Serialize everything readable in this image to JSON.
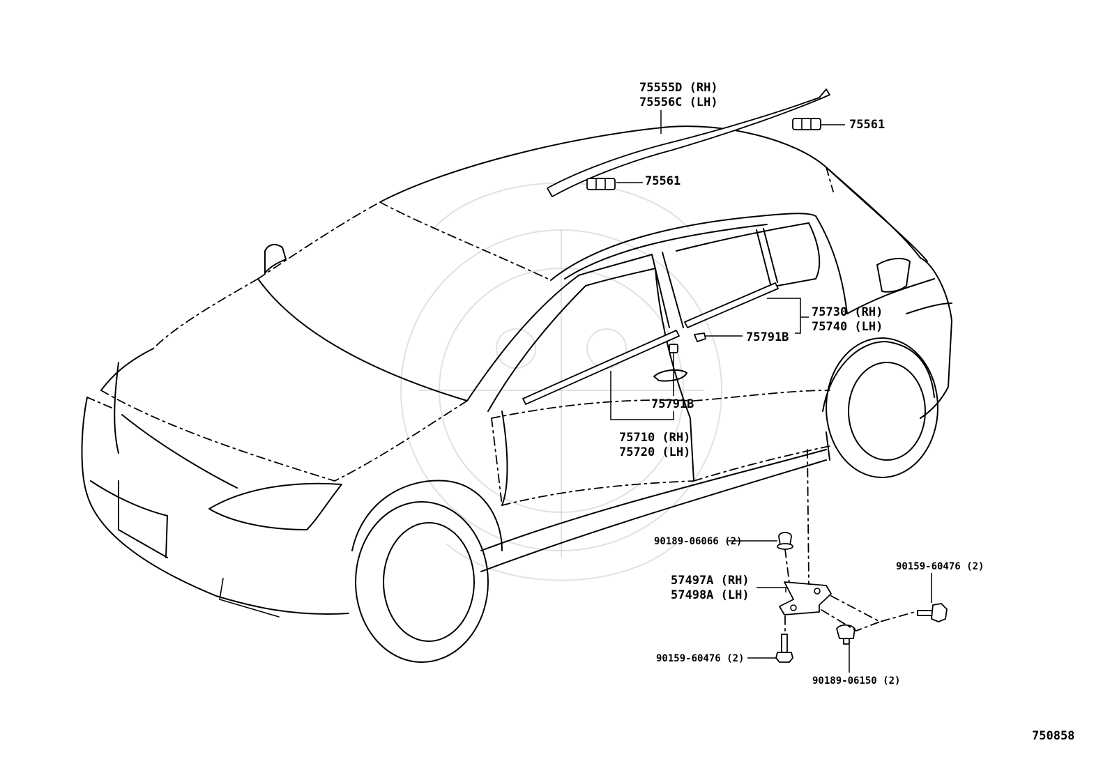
{
  "labels": {
    "roof_molding_rh": "75555D (RH)",
    "roof_molding_lh": "75556C (LH)",
    "roof_clip_right": "75561",
    "roof_clip_left": "75561",
    "rear_belt_rh": "75730 (RH)",
    "rear_belt_lh": "75740 (LH)",
    "rear_clip": "75791B",
    "front_clip": "75791B",
    "front_belt_rh": "75710 (RH)",
    "front_belt_lh": "75720 (LH)",
    "clip_top": "90189-06066 (2)",
    "bracket_rh": "57497A (RH)",
    "bracket_lh": "57498A (LH)",
    "bolt_bottom": "90159-60476 (2)",
    "bolt_right": "90159-60476 (2)",
    "clip_bottom": "90189-06150 (2)",
    "diagram_number": "750858"
  }
}
